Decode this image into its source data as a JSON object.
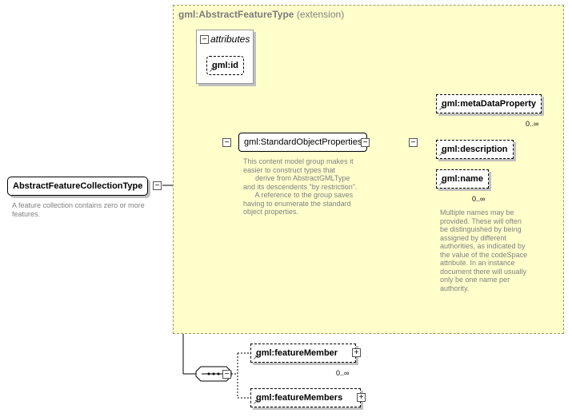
{
  "root": {
    "name": "AbstractFeatureCollectionType",
    "doc": "A feature collection contains zero or more features."
  },
  "extension": {
    "base": "gml:AbstractFeatureType",
    "label": "(extension)"
  },
  "attributes": {
    "label": "attributes",
    "items": [
      "gml:id"
    ]
  },
  "group": {
    "name": "gml:StandardObjectProperties",
    "doc_lines": [
      "This content model group makes it",
      "easier to construct types that",
      "      derive from AbstractGMLType",
      "and its descendents \"by restriction\".",
      "      A reference to the group saves",
      "having to enumerate the standard",
      "object properties."
    ]
  },
  "properties": {
    "metadata": {
      "name": "gml:metaDataProperty",
      "cardinality": "0..∞"
    },
    "description": {
      "name": "gml:description"
    },
    "name": {
      "name": "gml:name",
      "cardinality": "0..∞",
      "doc_lines": [
        "Multiple names may be",
        "provided.  These will often",
        "be distinguished by being",
        "assigned by different",
        "authorities, as indicated by",
        "the value of the codeSpace",
        "attribute.  In an instance",
        "document there will usually",
        "only be one name per",
        "authority."
      ]
    }
  },
  "members": {
    "feature_member": {
      "name": "gml:featureMember",
      "cardinality": "0..∞"
    },
    "feature_members": {
      "name": "gml:featureMembers"
    }
  },
  "colors": {
    "extension_bg": "#ffffcc",
    "doc_text": "#808080"
  }
}
